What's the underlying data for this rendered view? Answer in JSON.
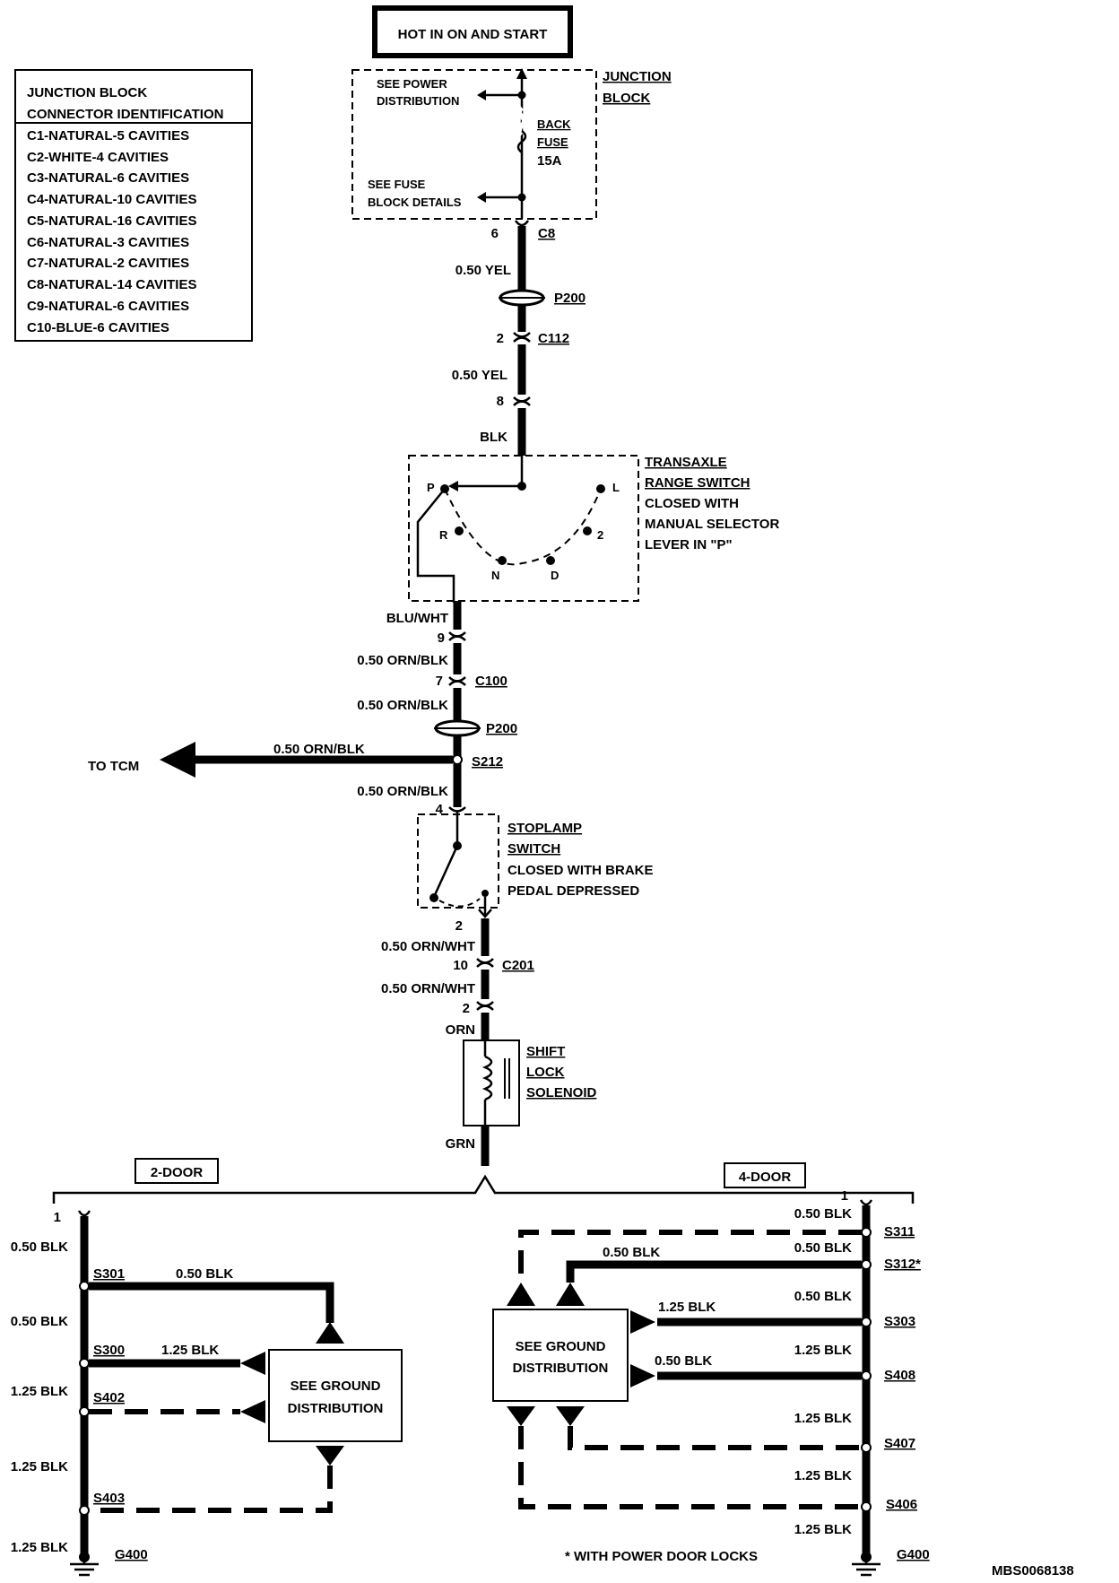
{
  "header": {
    "power_source": "HOT IN ON AND START"
  },
  "legend": {
    "title_line1": "JUNCTION BLOCK",
    "title_line2": "CONNECTOR IDENTIFICATION",
    "items": [
      "C1-NATURAL-5 CAVITIES",
      "C2-WHITE-4 CAVITIES",
      "C3-NATURAL-6 CAVITIES",
      "C4-NATURAL-10 CAVITIES",
      "C5-NATURAL-16 CAVITIES",
      "C6-NATURAL-3 CAVITIES",
      "C7-NATURAL-2 CAVITIES",
      "C8-NATURAL-14 CAVITIES",
      "C9-NATURAL-6 CAVITIES",
      "C10-BLUE-6 CAVITIES"
    ]
  },
  "junction_block": {
    "title_line1": "JUNCTION",
    "title_line2": "BLOCK",
    "see_power_line1": "SEE POWER",
    "see_power_line2": "DISTRIBUTION",
    "fuse_line1": "BACK",
    "fuse_line2": "FUSE",
    "fuse_rating": "15A",
    "see_fuse_line1": "SEE FUSE",
    "see_fuse_line2": "BLOCK DETAILS"
  },
  "main_wire": {
    "c8_pin": "6",
    "c8": "C8",
    "wire1": "0.50 YEL",
    "p200_top": "P200",
    "c112_pin": "2",
    "c112": "C112",
    "wire2": "0.50 YEL",
    "pin8": "8",
    "blk": "BLK"
  },
  "transaxle_switch": {
    "title_line1": "TRANSAXLE",
    "title_line2": "RANGE SWITCH",
    "desc_line1": "CLOSED WITH",
    "desc_line2": "MANUAL SELECTOR",
    "desc_line3": "LEVER IN \"P\"",
    "positions": [
      "P",
      "R",
      "N",
      "D",
      "2",
      "L"
    ]
  },
  "lower_wire": {
    "blu_wht": "BLU/WHT",
    "pin9": "9",
    "wire3": "0.50 ORN/BLK",
    "c100_pin": "7",
    "c100": "C100",
    "wire4": "0.50 ORN/BLK",
    "p200_mid": "P200",
    "tcm_wire": "0.50 ORN/BLK",
    "to_tcm": "TO TCM",
    "s212": "S212",
    "wire5": "0.50 ORN/BLK",
    "pin4": "4"
  },
  "stoplamp_switch": {
    "title_line1": "STOPLAMP",
    "title_line2": "SWITCH",
    "desc_line1": "CLOSED WITH BRAKE",
    "desc_line2": "PEDAL DEPRESSED"
  },
  "solenoid_wire": {
    "pin2a": "2",
    "wire6": "0.50 ORN/WHT",
    "c201_pin": "10",
    "c201": "C201",
    "wire7": "0.50 ORN/WHT",
    "pin2b": "2",
    "orn": "ORN",
    "solenoid_line1": "SHIFT",
    "solenoid_line2": "LOCK",
    "solenoid_line3": "SOLENOID",
    "grn": "GRN"
  },
  "two_door": {
    "label": "2-DOOR",
    "pin1": "1",
    "w1": "0.50 BLK",
    "s301": "S301",
    "s301_wire": "0.50 BLK",
    "w2": "0.50 BLK",
    "s300": "S300",
    "s300_wire": "1.25 BLK",
    "w3": "1.25 BLK",
    "s402": "S402",
    "ground_dist_line1": "SEE GROUND",
    "ground_dist_line2": "DISTRIBUTION",
    "w4": "1.25 BLK",
    "s403": "S403",
    "w5": "1.25 BLK",
    "g400": "G400"
  },
  "four_door": {
    "label": "4-DOOR",
    "pin1": "1",
    "w1": "0.50 BLK",
    "s311": "S311",
    "s312_wire_left": "0.50 BLK",
    "s312_wire_right": "0.50 BLK",
    "s312": "S312*",
    "s303_wire_left": "1.25 BLK",
    "s303_wire_right": "0.50 BLK",
    "s303": "S303",
    "s408_wire_left": "0.50 BLK",
    "s408_wire_right": "1.25 BLK",
    "s408": "S408",
    "ground_dist_line1": "SEE GROUND",
    "ground_dist_line2": "DISTRIBUTION",
    "s407_wire": "1.25 BLK",
    "s407": "S407",
    "s406_wire": "1.25 BLK",
    "s406": "S406",
    "w_last": "1.25 BLK",
    "g400": "G400",
    "footnote": "* WITH POWER DOOR LOCKS"
  },
  "doc_code": "MBS0068138"
}
